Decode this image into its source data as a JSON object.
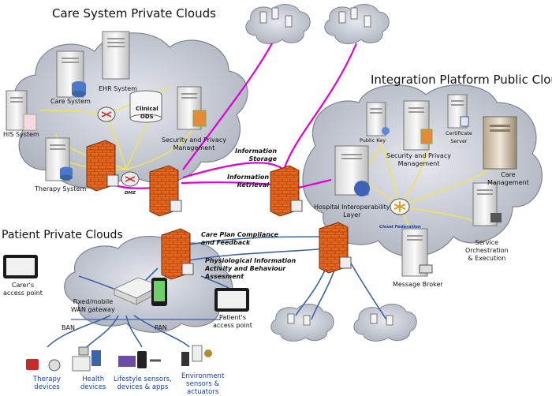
{
  "headings": {
    "care_clouds": "Care System Private Clouds",
    "integration_cloud": "Integration Platform Public Cloud",
    "patient_clouds": "Patient Private Clouds"
  },
  "care_nodes": {
    "his": "HIS System",
    "care": "Care  System",
    "ehr": "EHR System",
    "clinical_ods": "Clinical\nODS",
    "security": "Security and Privacy\nManagement",
    "therapy": "Therapy System",
    "dmz": "DMZ"
  },
  "integration_nodes": {
    "public_key": "Public Key",
    "certificate": "Certificate\nServer",
    "security": "Security and Privacy\nManagement",
    "care_mgmt": "Care\nManagement",
    "hil": "Hospital Interoperability\nLayer",
    "federation": "Cloud Federation",
    "orchestration": "Service\nOrchestration\n& Execution",
    "broker": "Message Broker"
  },
  "flows": {
    "info_storage": "Information\nStorage",
    "info_retrieval": "Information\nRetrieval",
    "care_plan": "Care Plan Compliance\nand Feedback",
    "physio": "Physiological Information\nActivity and Behaviour\nAssesment"
  },
  "patient_nodes": {
    "carer": "Carer's\naccess point",
    "gateway": "Fixed/mobile\nWAN gateway",
    "patient_ap": "Patient's\naccess point",
    "ban": "BAN",
    "pan": "PAN",
    "therapy": "Therapy\ndevices",
    "health": "Health\ndevices",
    "lifestyle": "Lifestyle sensors,\ndevices & apps",
    "environment": "Environment\nsensors &\nactuators"
  },
  "colors": {
    "cloud_fill": "#c9ccd4",
    "cloud_stroke": "#8a8f9c",
    "magenta": "#e000d8",
    "blue_link": "#3a64a8",
    "yellow_link": "#f2e25a",
    "firewall": "#e2661f",
    "server": "#f2f2f2",
    "label_blue": "#1d3f9a"
  }
}
